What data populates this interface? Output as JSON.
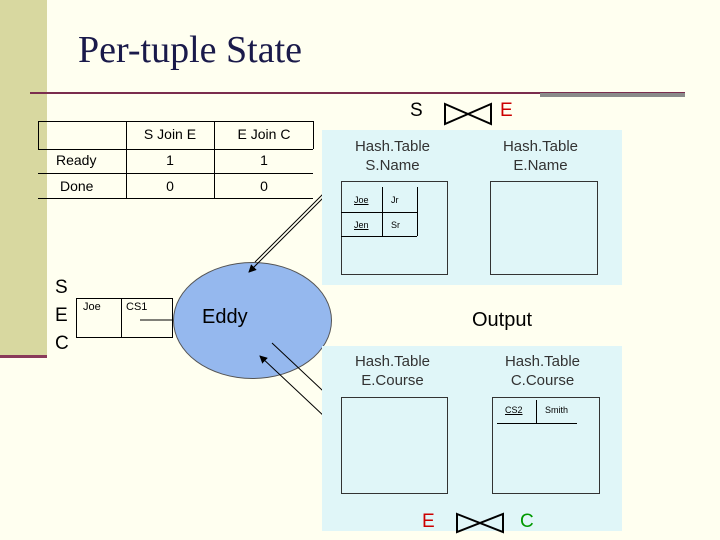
{
  "title": "Per-tuple State",
  "join_top": {
    "left": "S",
    "right": "E"
  },
  "join_bottom": {
    "left": "E",
    "right": "C"
  },
  "state_table": {
    "headers": [
      "S Join E",
      "E Join C"
    ],
    "rows": [
      {
        "label": "Ready",
        "values": [
          "1",
          "1"
        ]
      },
      {
        "label": "Done",
        "values": [
          "0",
          "0"
        ]
      }
    ]
  },
  "tuple": {
    "letters": [
      "S",
      "E",
      "C"
    ],
    "values": [
      "Joe",
      "CS1"
    ]
  },
  "eddy_label": "Eddy",
  "output_label": "Output",
  "hashtables": [
    {
      "line1": "Hash.Table",
      "line2": "S.Name",
      "entries": [
        [
          "Joe",
          "Jr"
        ],
        [
          "Jen",
          "Sr"
        ]
      ]
    },
    {
      "line1": "Hash.Table",
      "line2": "E.Name",
      "entries": []
    },
    {
      "line1": "Hash.Table",
      "line2": "E.Course",
      "entries": []
    },
    {
      "line1": "Hash.Table",
      "line2": "C.Course",
      "entries": [
        [
          "CS2",
          "Smith"
        ]
      ]
    }
  ],
  "colors": {
    "accent_red": "#cc0000",
    "accent_green": "#009900",
    "eddy_fill": "#95b8ee",
    "panel_fill": "#e0f6f8"
  }
}
